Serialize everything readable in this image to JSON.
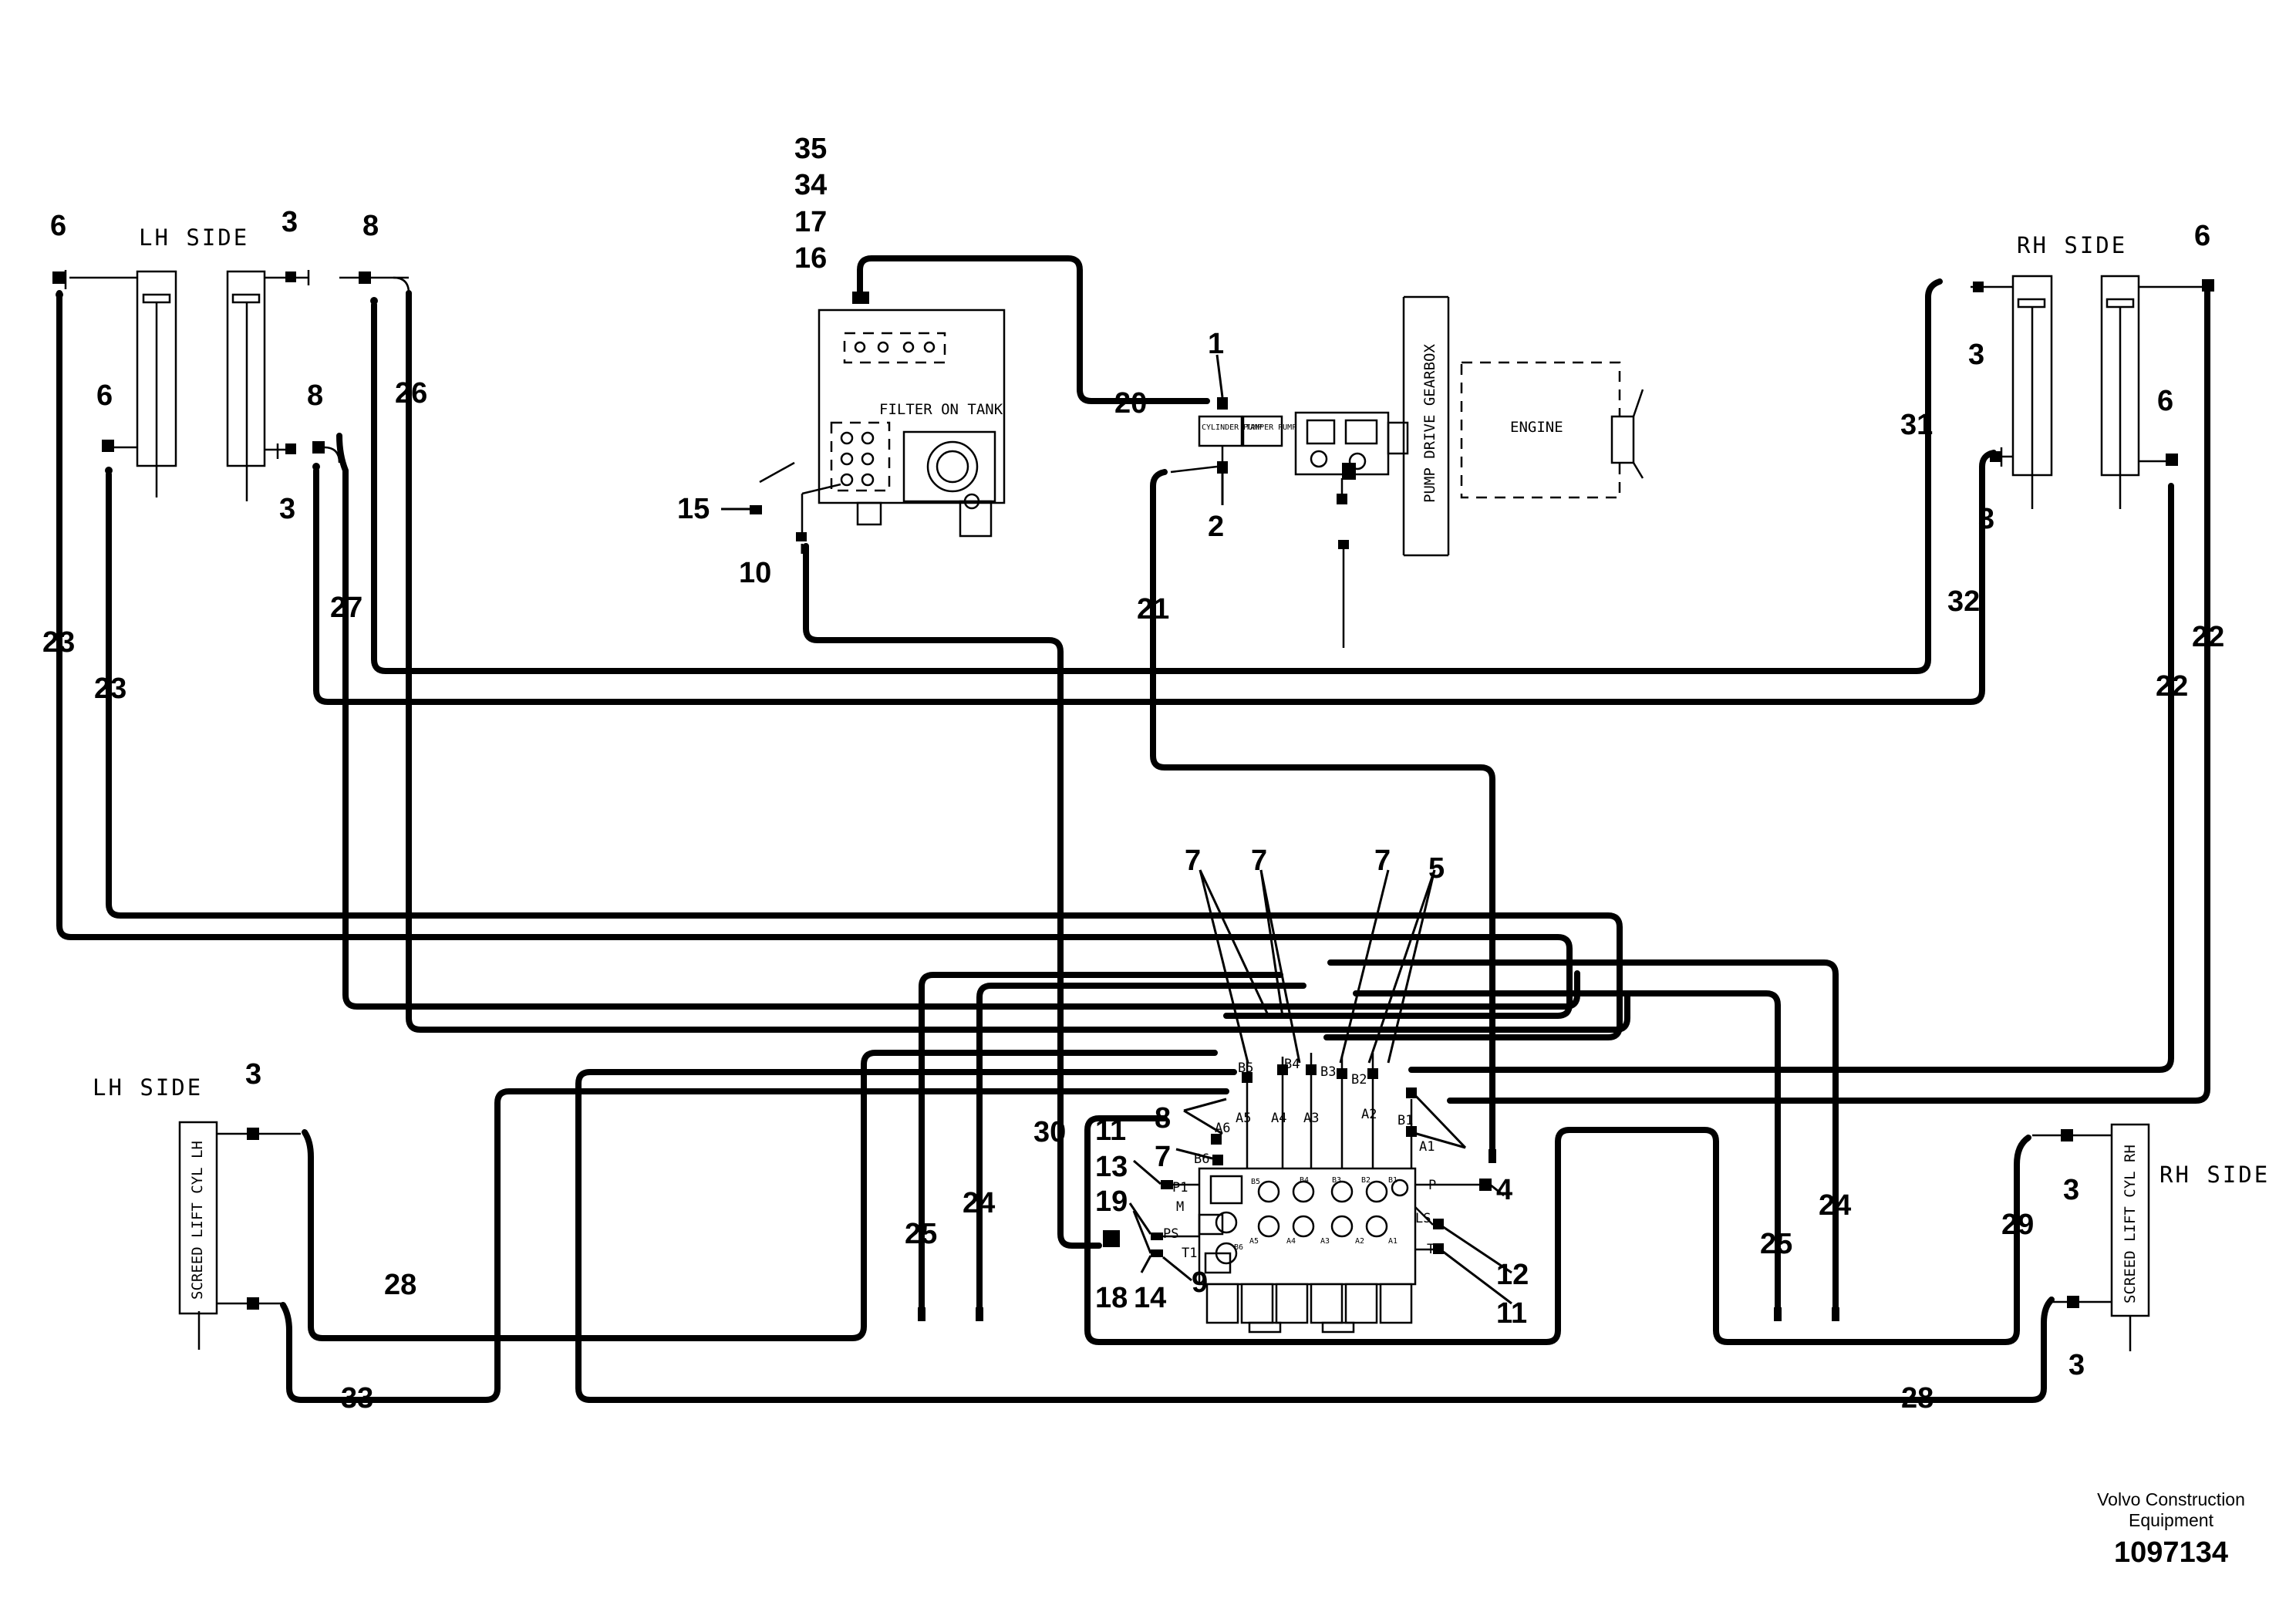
{
  "labels": {
    "lh_side": "LH SIDE",
    "rh_side": "RH SIDE",
    "filter_on_tank": "FILTER ON TANK",
    "cylinder_pump": "CYLINDER PUMP",
    "tamper_pump": "TAMPER PUMP",
    "pump_drive_gearbox": "PUMP DRIVE GEARBOX",
    "engine": "ENGINE",
    "screed_lift_cyl_lh": "SCREED LIFT CYL LH",
    "screed_lift_cyl_rh": "SCREED LIFT CYL RH"
  },
  "ports": [
    "B5",
    "B4",
    "B3",
    "B2",
    "A5",
    "A4",
    "A3",
    "A2",
    "B1",
    "A1",
    "B6",
    "A6",
    "P1",
    "M",
    "PS",
    "T1",
    "P",
    "LS",
    "T",
    "B5",
    "B4",
    "B3",
    "B2",
    "B1",
    "A5",
    "A4",
    "A3",
    "A2",
    "A1",
    "B6"
  ],
  "callouts": [
    "35",
    "34",
    "17",
    "16",
    "6",
    "3",
    "8",
    "26",
    "6",
    "8",
    "3",
    "23",
    "23",
    "27",
    "15",
    "10",
    "20",
    "1",
    "2",
    "21",
    "31",
    "32",
    "22",
    "22",
    "6",
    "3",
    "6",
    "3",
    "7",
    "7",
    "7",
    "5",
    "3",
    "30",
    "8",
    "7",
    "11",
    "13",
    "19",
    "18",
    "14",
    "9",
    "4",
    "12",
    "11",
    "24",
    "25",
    "24",
    "25",
    "28",
    "33",
    "28",
    "29",
    "3",
    "3"
  ],
  "footer": {
    "company": "Volvo Construction Equipment",
    "company_line1": "Volvo Construction",
    "company_line2": "Equipment",
    "doc_number": "1097134"
  }
}
